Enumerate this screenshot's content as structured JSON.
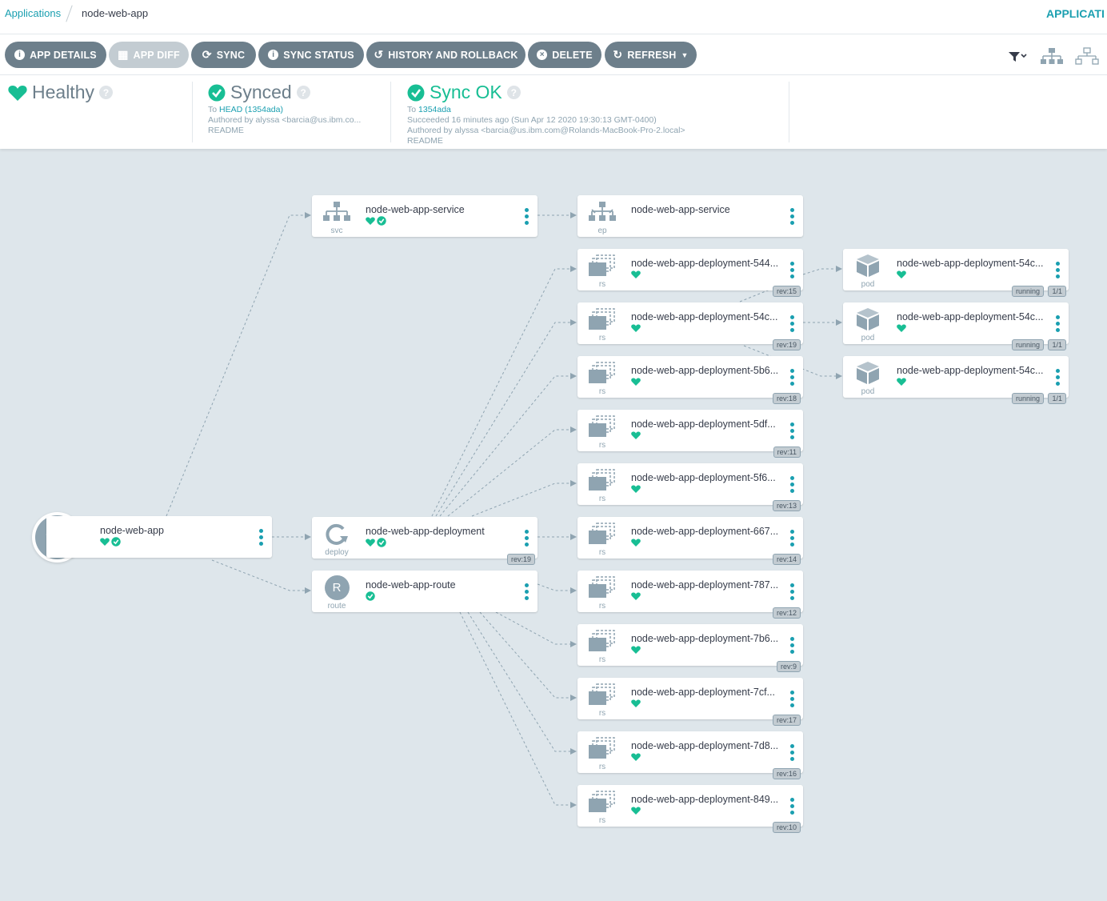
{
  "breadcrumb": {
    "root": "Applications",
    "current": "node-web-app"
  },
  "header_right": "APPLICATI",
  "toolbar": {
    "app_details": "APP DETAILS",
    "app_diff": "APP DIFF",
    "sync": "SYNC",
    "sync_status": "SYNC STATUS",
    "history": "HISTORY AND ROLLBACK",
    "delete": "DELETE",
    "refresh": "REFRESH"
  },
  "status": {
    "health": "Healthy",
    "synced": {
      "title": "Synced",
      "to_prefix": "To ",
      "to_link": "HEAD (1354ada)",
      "author": "Authored by alyssa <barcia@us.ibm.co...",
      "readme": "README"
    },
    "sync_ok": {
      "title": "Sync OK",
      "to_prefix": "To ",
      "to_link": "1354ada",
      "succeeded": "Succeeded 16 minutes ago (Sun Apr 12 2020 19:30:13 GMT-0400)",
      "author": "Authored by alyssa <barcia@us.ibm.com@Rolands-MacBook-Pro-2.local>",
      "readme": "README"
    }
  },
  "colors": {
    "accent": "#1a9fb0",
    "healthy": "#18be94",
    "button": "#6d7f8b"
  },
  "graph": {
    "app": {
      "name": "node-web-app"
    },
    "service": {
      "name": "node-web-app-service",
      "kind": "svc"
    },
    "endpoint": {
      "name": "node-web-app-service",
      "kind": "ep"
    },
    "deployment": {
      "name": "node-web-app-deployment",
      "kind": "deploy",
      "rev": "rev:19"
    },
    "route": {
      "name": "node-web-app-route",
      "kind": "route",
      "letter": "R"
    },
    "replicasets": [
      {
        "name": "node-web-app-deployment-544...",
        "kind": "rs",
        "rev": "rev:15"
      },
      {
        "name": "node-web-app-deployment-54c...",
        "kind": "rs",
        "rev": "rev:19"
      },
      {
        "name": "node-web-app-deployment-5b6...",
        "kind": "rs",
        "rev": "rev:18"
      },
      {
        "name": "node-web-app-deployment-5df...",
        "kind": "rs",
        "rev": "rev:11"
      },
      {
        "name": "node-web-app-deployment-5f6...",
        "kind": "rs",
        "rev": "rev:13"
      },
      {
        "name": "node-web-app-deployment-667...",
        "kind": "rs",
        "rev": "rev:14"
      },
      {
        "name": "node-web-app-deployment-787...",
        "kind": "rs",
        "rev": "rev:12"
      },
      {
        "name": "node-web-app-deployment-7b6...",
        "kind": "rs",
        "rev": "rev:9"
      },
      {
        "name": "node-web-app-deployment-7cf...",
        "kind": "rs",
        "rev": "rev:17"
      },
      {
        "name": "node-web-app-deployment-7d8...",
        "kind": "rs",
        "rev": "rev:16"
      },
      {
        "name": "node-web-app-deployment-849...",
        "kind": "rs",
        "rev": "rev:10"
      }
    ],
    "pods": [
      {
        "name": "node-web-app-deployment-54c...",
        "kind": "pod",
        "state": "running",
        "ready": "1/1"
      },
      {
        "name": "node-web-app-deployment-54c...",
        "kind": "pod",
        "state": "running",
        "ready": "1/1"
      },
      {
        "name": "node-web-app-deployment-54c...",
        "kind": "pod",
        "state": "running",
        "ready": "1/1"
      }
    ]
  }
}
